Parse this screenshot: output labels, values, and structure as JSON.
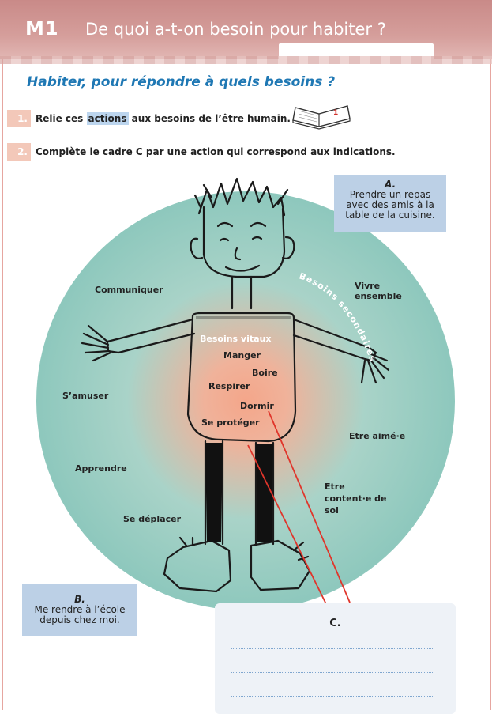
{
  "header": {
    "unit_code": "M1",
    "title": "De quoi a-t-on besoin pour habiter ?"
  },
  "section_title": "Habiter, pour répondre à quels besoins ?",
  "tasks": [
    {
      "num": "1.",
      "before": "Relie ces ",
      "highlight": "actions",
      "after": " aux besoins de l’être humain."
    },
    {
      "num": "2.",
      "text": "Complète le cadre C par une action qui correspond aux indications."
    }
  ],
  "book_page": "1",
  "diagram": {
    "center_title": "Besoins vitaux",
    "secondary_title": "Besoins secondaires",
    "vital_needs": [
      "Manger",
      "Boire",
      "Respirer",
      "Dormir",
      "Se protéger"
    ],
    "secondary_needs": [
      "Communiquer",
      "Vivre ensemble",
      "S’amuser",
      "Etre aimé·e",
      "Apprendre",
      "Etre content·e de soi",
      "Se déplacer"
    ]
  },
  "cards": {
    "a": {
      "letter": "A.",
      "lines": [
        "Prendre un repas",
        "avec des amis à la",
        "table de la cuisine."
      ]
    },
    "b": {
      "letter": "B.",
      "lines": [
        "Me rendre à l’école",
        "depuis chez moi."
      ]
    },
    "c": {
      "letter": "C."
    }
  },
  "colors": {
    "header": "#cf9592",
    "title_blue": "#1f78b4",
    "card_blue": "#bcd0e6",
    "line_red": "#e0352b"
  }
}
